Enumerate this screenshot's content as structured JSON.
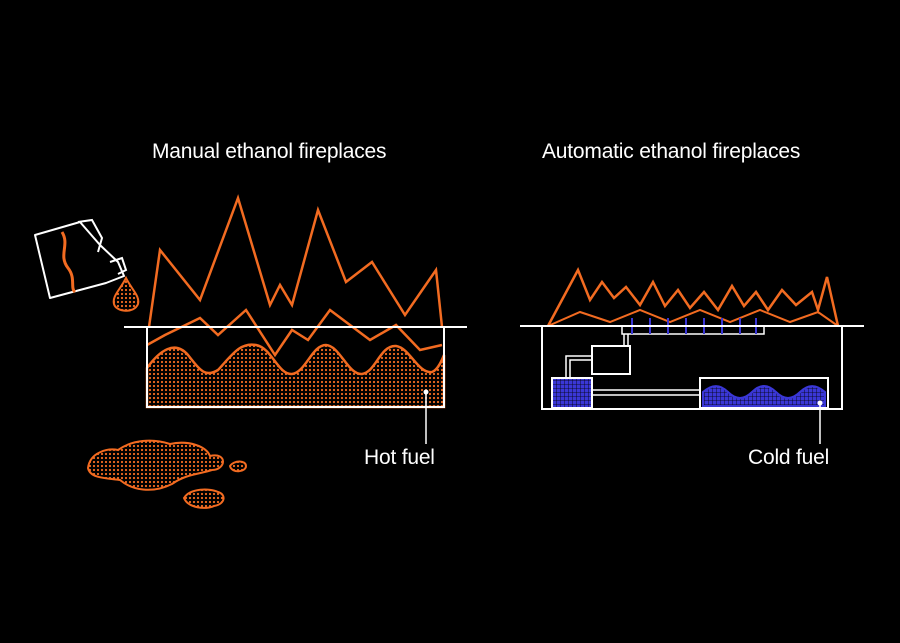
{
  "diagram": {
    "manual": {
      "title": "Manual ethanol fireplaces",
      "fuel_label": "Hot fuel"
    },
    "automatic": {
      "title": "Automatic ethanol fireplaces",
      "fuel_label": "Cold fuel"
    },
    "colors": {
      "background": "#000000",
      "line": "#ffffff",
      "flame": "#f26b21",
      "cold_fuel": "#3a37d6"
    }
  }
}
